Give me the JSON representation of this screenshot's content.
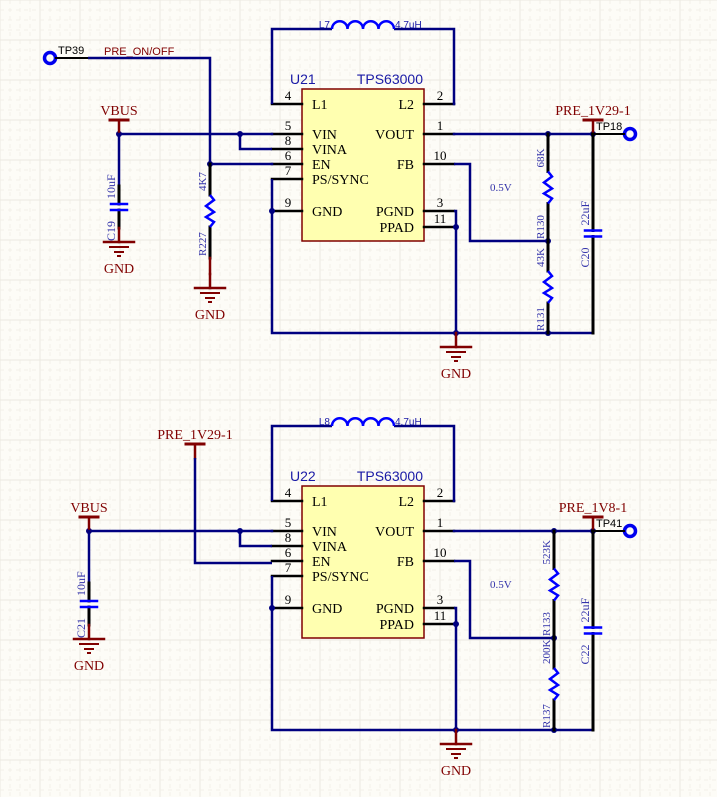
{
  "colors": {
    "wire": "#000080",
    "pin": "#000000",
    "power": "#800000",
    "part_body": "#ffffb0",
    "part_border": "#800000",
    "designator": "#1a1aa6",
    "passive": "#0000ff",
    "note": "#3333aa",
    "grid_major": "#ece9e0",
    "grid_minor": "#f2f0e8",
    "background": "#fdfcf7"
  },
  "testpoint": {
    "label": "TP39",
    "net": "PRE_ON/OFF"
  },
  "circuits": [
    {
      "ic": {
        "designator": "U21",
        "part": "TPS63000",
        "left_pins": [
          {
            "num": "4",
            "name": "L1"
          },
          {
            "num": "5",
            "name": "VIN"
          },
          {
            "num": "8",
            "name": "VINA"
          },
          {
            "num": "6",
            "name": "EN"
          },
          {
            "num": "7",
            "name": "PS/SYNC"
          },
          {
            "num": "9",
            "name": "GND"
          }
        ],
        "right_pins": [
          {
            "num": "2",
            "name": "L2"
          },
          {
            "num": "1",
            "name": "VOUT"
          },
          {
            "num": "10",
            "name": "FB"
          },
          {
            "num": "3",
            "name": "PGND"
          },
          {
            "num": "11",
            "name": "PPAD"
          }
        ]
      },
      "inductor": {
        "designator": "L7",
        "value": "4.7uH"
      },
      "input_power": "VBUS",
      "input_cap": {
        "designator": "C19",
        "value": "10uF"
      },
      "en_resistor": {
        "designator": "R227",
        "value": "4K7"
      },
      "fb_top": {
        "designator": "R130",
        "value": "68K"
      },
      "fb_bottom": {
        "designator": "R131",
        "value": "43K"
      },
      "out_cap": {
        "designator": "C20",
        "value": "22uF"
      },
      "fb_note": "0.5V",
      "output_net": "PRE_1V29-1",
      "output_tp": "TP18",
      "gnd_labels": [
        "GND",
        "GND",
        "GND"
      ]
    },
    {
      "ic": {
        "designator": "U22",
        "part": "TPS63000",
        "left_pins": [
          {
            "num": "4",
            "name": "L1"
          },
          {
            "num": "5",
            "name": "VIN"
          },
          {
            "num": "8",
            "name": "VINA"
          },
          {
            "num": "6",
            "name": "EN"
          },
          {
            "num": "7",
            "name": "PS/SYNC"
          },
          {
            "num": "9",
            "name": "GND"
          }
        ],
        "right_pins": [
          {
            "num": "2",
            "name": "L2"
          },
          {
            "num": "1",
            "name": "VOUT"
          },
          {
            "num": "10",
            "name": "FB"
          },
          {
            "num": "3",
            "name": "PGND"
          },
          {
            "num": "11",
            "name": "PPAD"
          }
        ]
      },
      "inductor": {
        "designator": "L8",
        "value": "4.7uH"
      },
      "input_power": "VBUS",
      "en_power": "PRE_1V29-1",
      "input_cap": {
        "designator": "C21",
        "value": "10uF"
      },
      "fb_top": {
        "designator": "R133",
        "value": "523K"
      },
      "fb_bottom": {
        "designator": "R137",
        "value": "200K"
      },
      "out_cap": {
        "designator": "C22",
        "value": "22uF"
      },
      "fb_note": "0.5V",
      "output_net": "PRE_1V8-1",
      "output_tp": "TP41",
      "gnd_labels": [
        "GND",
        "GND"
      ]
    }
  ]
}
